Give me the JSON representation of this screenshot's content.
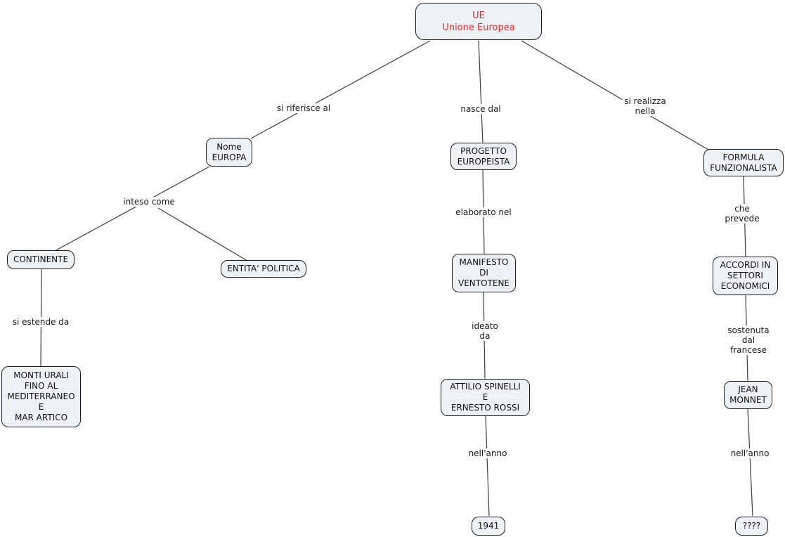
{
  "diagram": {
    "type": "concept-map",
    "background": "#ffffff",
    "node_fill": "#ecf2f6",
    "node_border": "#1f1f1f",
    "line_color": "#3c3c3c",
    "root_text_color": "#e02c2c",
    "text_color": "#111111"
  },
  "nodes": [
    {
      "id": "ue",
      "label": "UE\nUnione Europea"
    },
    {
      "id": "nome-europa",
      "label": "Nome\nEUROPA"
    },
    {
      "id": "continente",
      "label": "CONTINENTE"
    },
    {
      "id": "entita-politica",
      "label": "ENTITA' POLITICA"
    },
    {
      "id": "monti-urali",
      "label": "MONTI URALI\nFINO AL\nMEDITERRANEO\nE\nMAR ARTICO"
    },
    {
      "id": "progetto-europeista",
      "label": "PROGETTO\nEUROPEISTA"
    },
    {
      "id": "manifesto-di-ventotene",
      "label": "MANIFESTO\nDI\nVENTOTENE"
    },
    {
      "id": "attilio-spinelli-ernesto-rossi",
      "label": "ATTILIO SPINELLI\nE\nERNESTO ROSSI"
    },
    {
      "id": "anno-1941",
      "label": "1941"
    },
    {
      "id": "formula-funzionalista",
      "label": "FORMULA\nFUNZIONALISTA"
    },
    {
      "id": "accordi-settori-economici",
      "label": "ACCORDI IN\nSETTORI\nECONOMICI"
    },
    {
      "id": "jean-monnet",
      "label": "JEAN\nMONNET"
    },
    {
      "id": "anno-sconosciuto",
      "label": "????"
    }
  ],
  "edges": [
    {
      "from": "ue",
      "to": "nome-europa",
      "label": "si riferisce al"
    },
    {
      "from": "ue",
      "to": "progetto-europeista",
      "label": "nasce dal"
    },
    {
      "from": "ue",
      "to": "formula-funzionalista",
      "label": "si realizza\nnella"
    },
    {
      "from": "nome-europa",
      "to": "continente, entita-politica",
      "label": "inteso come"
    },
    {
      "from": "continente",
      "to": "monti-urali",
      "label": "si estende da"
    },
    {
      "from": "progetto-europeista",
      "to": "manifesto-di-ventotene",
      "label": "elaborato nel"
    },
    {
      "from": "manifesto-di-ventotene",
      "to": "attilio-spinelli-ernesto-rossi",
      "label": "ideato\nda"
    },
    {
      "from": "attilio-spinelli-ernesto-rossi",
      "to": "anno-1941",
      "label": "nell'anno"
    },
    {
      "from": "formula-funzionalista",
      "to": "accordi-settori-economici",
      "label": "che prevede"
    },
    {
      "from": "accordi-settori-economici",
      "to": "jean-monnet",
      "label": "sostenuta\ndal\nfrancese"
    },
    {
      "from": "jean-monnet",
      "to": "anno-sconosciuto",
      "label": "nell'anno"
    }
  ]
}
